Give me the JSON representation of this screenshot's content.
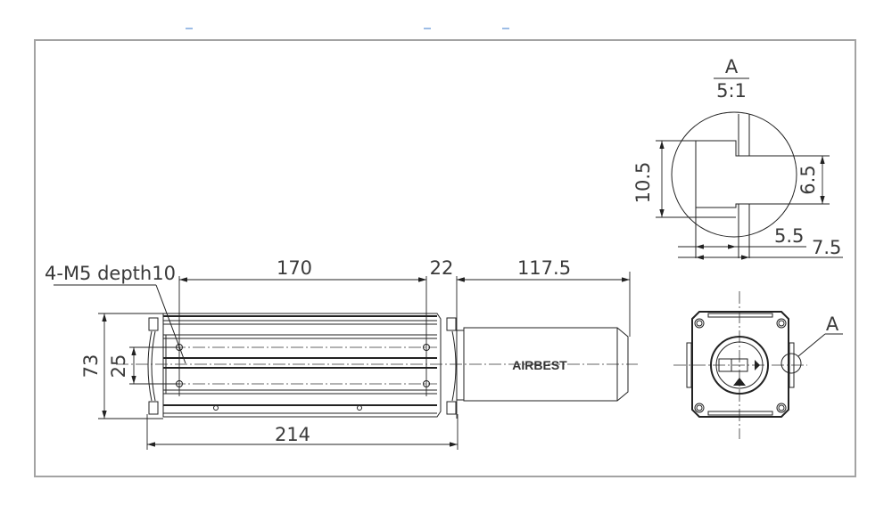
{
  "drawing": {
    "type": "dimensioned technical drawing",
    "brand_mark": "AIRBEST",
    "detail_view": {
      "label": "A",
      "scale": "5:1",
      "dimensions": {
        "slot_outer_height": "10.5",
        "slot_inner_height": "6.5",
        "neck_width": "5.5",
        "total_width": "7.5"
      }
    },
    "side_view": {
      "callout": "4-M5 depth10",
      "dimensions": {
        "hole_spacing": "170",
        "end_spacing": "22",
        "motor_length": "117.5",
        "overall_length": "214",
        "height": "73",
        "hole_pitch": "25"
      }
    },
    "end_view": {
      "detail_marker": "A"
    }
  }
}
